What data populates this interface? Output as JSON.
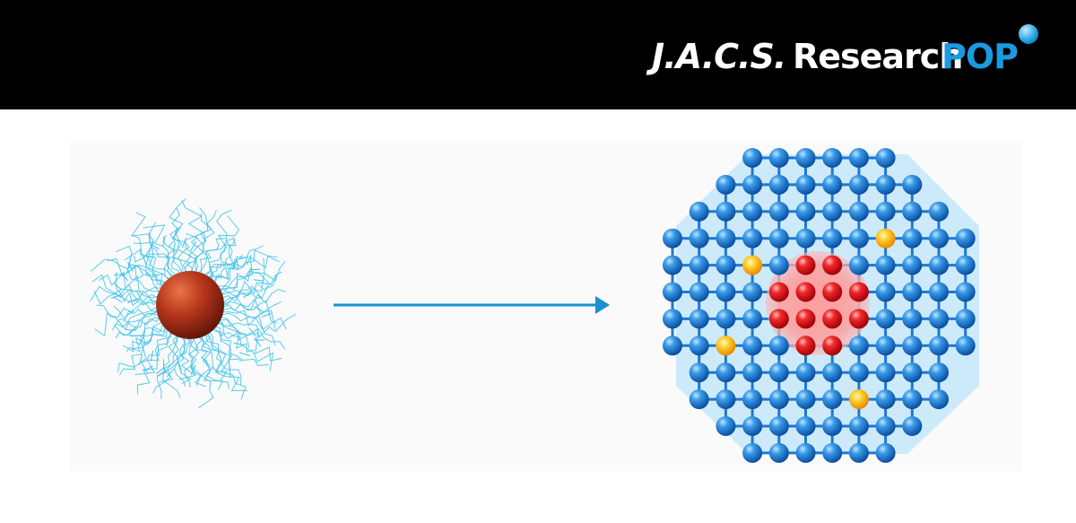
{
  "header": {
    "journal": "J.A.C.S.",
    "series": "Research",
    "series_highlight": "POP"
  },
  "colors": {
    "header_bg": "#000000",
    "brand_accent": "#1a9be0",
    "ligand": "#3ec3ea",
    "arrow": "#1a8fd1",
    "atom_blue": "#1f78d1",
    "atom_red": "#e0101e",
    "atom_gold": "#f5a400",
    "cluster_halo": "#cdeafb",
    "core_halo": "#f7a9a9"
  },
  "icons": {
    "nanoparticle": "ligand-capped-nanoparticle-icon",
    "arrow": "right-arrow-icon",
    "lattice": "atomic-lattice-icon"
  }
}
